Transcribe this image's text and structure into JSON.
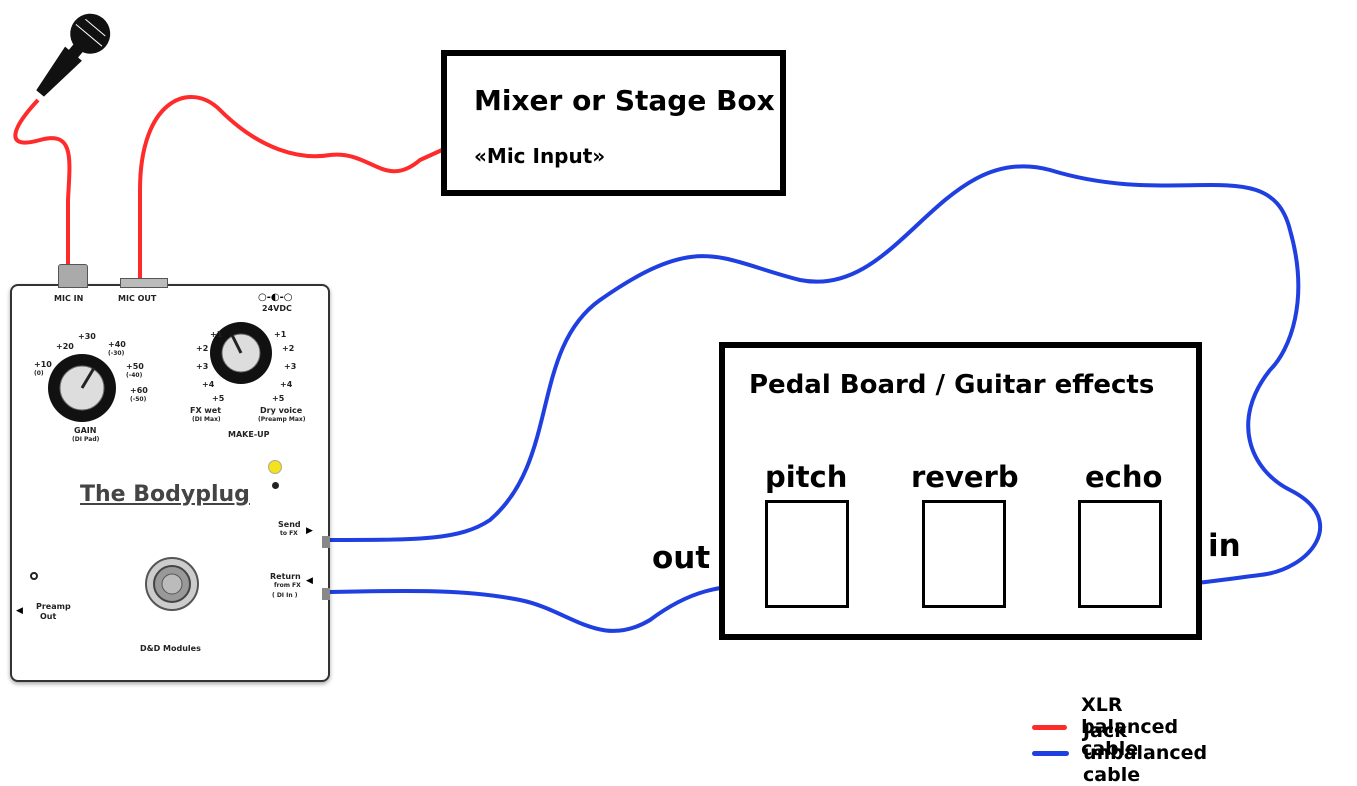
{
  "mixer": {
    "title": "Mixer or Stage Box",
    "subtitle": "«Mic Input»"
  },
  "pedalboard": {
    "title": "Pedal Board / Guitar effects",
    "pedals": [
      "pitch",
      "reverb",
      "echo"
    ],
    "out_label": "out",
    "in_label": "in"
  },
  "device": {
    "brand": "The Bodyplug",
    "maker": "D&D Modules",
    "mic_in": "MIC IN",
    "mic_out": "MIC OUT",
    "power": "24VDC",
    "gain_label": "GAIN",
    "gain_sub": "(DI Pad)",
    "gain_ticks": [
      "+10",
      "+20",
      "+30",
      "+40",
      "+50",
      "+60"
    ],
    "gain_ticks_sub": [
      "(0)",
      "(-30)",
      "(-40)",
      "(-50)"
    ],
    "makeup_label": "MAKE-UP",
    "makeup_ticks": [
      "+1",
      "+2",
      "+3",
      "+4",
      "+5"
    ],
    "fx_wet": "FX wet",
    "fx_wet_sub": "(DI Max)",
    "dry_voice": "Dry voice",
    "dry_voice_sub": "(Preamp Max)",
    "send": "Send",
    "send_sub": "to FX",
    "return": "Return",
    "return_sub": "from FX",
    "return_sub2": "( DI In )",
    "preamp_out": "Preamp",
    "preamp_out2": "Out"
  },
  "legend": {
    "items": [
      {
        "label": "XLR balanced cable",
        "color": "#ff2a2a"
      },
      {
        "label": "Jack unbalanced cable",
        "color": "#1f3fe0"
      }
    ]
  },
  "colors": {
    "xlr": "#ff2a2a",
    "jack": "#1f3fe0"
  }
}
